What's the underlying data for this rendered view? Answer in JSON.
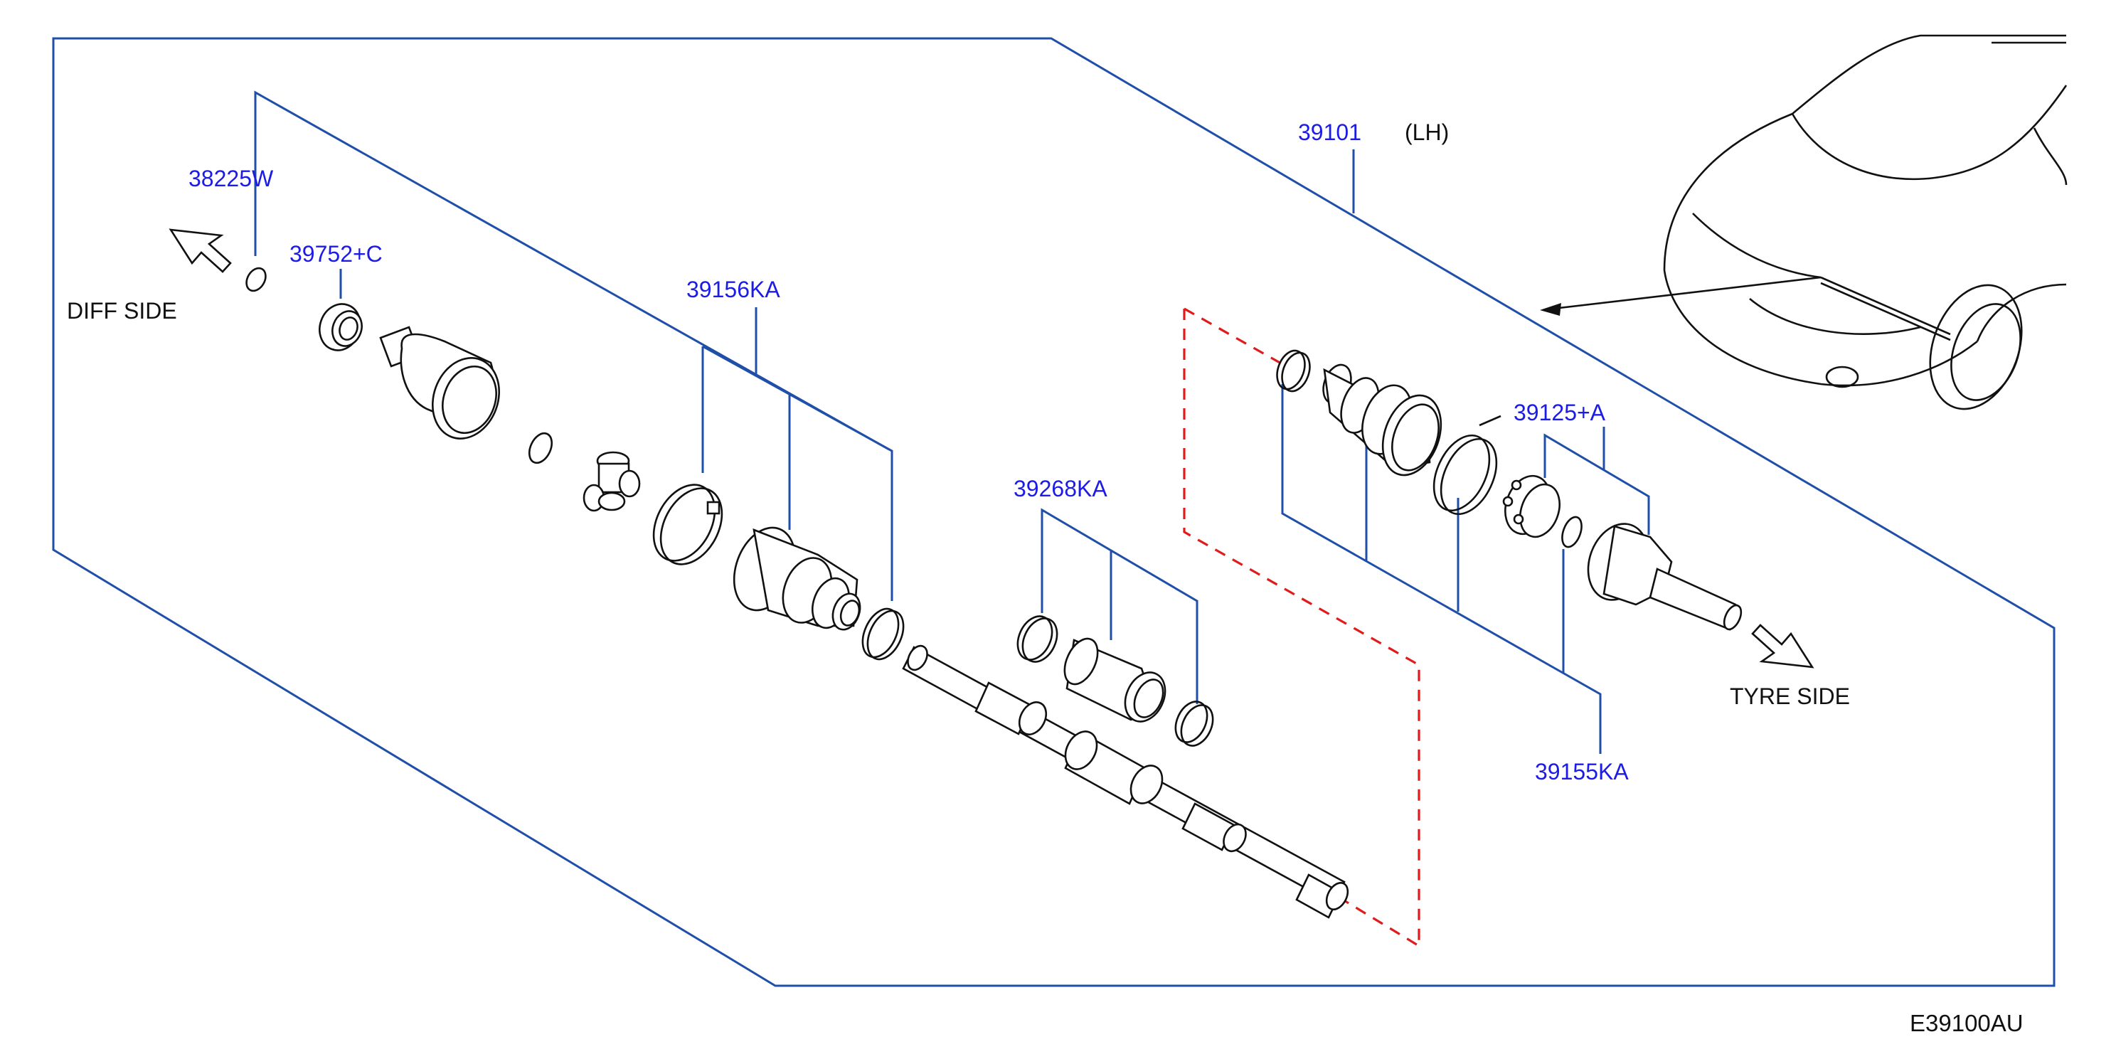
{
  "diagram": {
    "assembly_ref": "39101",
    "assembly_side": "(LH)",
    "diff_side_label": "DIFF   SIDE",
    "tyre_side_label": "TYRE   SIDE",
    "figure_code": "E39100AU"
  },
  "part_numbers": [
    {
      "id": "38225W"
    },
    {
      "id": "39752+C"
    },
    {
      "id": "39156KA"
    },
    {
      "id": "39268KA"
    },
    {
      "id": "39125+A"
    },
    {
      "id": "39155KA"
    }
  ],
  "colors": {
    "leader_lines": "#1f4fa8",
    "part_number_text": "#1c1ce6",
    "group_dashed_outline": "#e01b1b",
    "drawing": "#111111"
  }
}
